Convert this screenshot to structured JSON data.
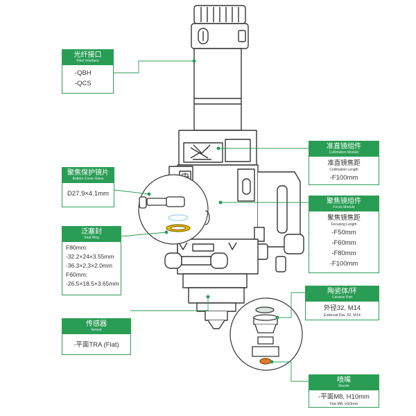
{
  "labels": {
    "fiber_interface": {
      "title": "光纤接口",
      "subtitle": "Fiber Interface",
      "items": [
        "-QBH",
        "-QCS"
      ]
    },
    "collimation": {
      "title": "准直镜组件",
      "subtitle": "Collimation Module",
      "spec_label": "准直镜焦距",
      "spec_sub": "Collimation Length",
      "items": [
        "-F100mm"
      ]
    },
    "bottom_cover": {
      "title": "聚焦保护镜片",
      "subtitle": "Bottom Cover Glass",
      "items": [
        "D27.9×4.1mm"
      ]
    },
    "focus_module": {
      "title": "聚焦镜组件",
      "subtitle": "Focus Module",
      "spec_label": "聚焦镜焦距",
      "spec_sub": "Focusing Length",
      "items": [
        "-F50mm",
        "-F60mm",
        "-F80mm",
        "-F100mm"
      ]
    },
    "seal_ring": {
      "title": "泛塞封",
      "subtitle": "Seal Ring",
      "items": [
        "F80mm:",
        "-32.2×24×3.55mm",
        "-36.3×2.3×2.0mm",
        "F60mm:",
        "-26.5×18.5×3.65mm"
      ]
    },
    "ceramic": {
      "title": "陶瓷体/环",
      "subtitle": "Ceramic Part",
      "items": [
        "外径32, M14"
      ],
      "note": "External Dia. 32, M14"
    },
    "sensor": {
      "title": "传感器",
      "subtitle": "Sensor",
      "items": [
        "-平面TRA (Flat)"
      ]
    },
    "nozzle": {
      "title": "喷嘴",
      "subtitle": "Nozzle",
      "items": [
        "-平面M8, H10mm"
      ],
      "note": "Flat M8, H10mm"
    }
  },
  "colors": {
    "accent": "#2a9d55",
    "stroke": "#333333",
    "seal_yellow": "#e8c200",
    "blue_ring": "#9fd3ea",
    "nozzle_orange": "#e07a2a"
  },
  "icons": [
    "fiber-connector-icon",
    "collimation-window-icon",
    "focus-window-icon",
    "adjust-knob-icon"
  ]
}
